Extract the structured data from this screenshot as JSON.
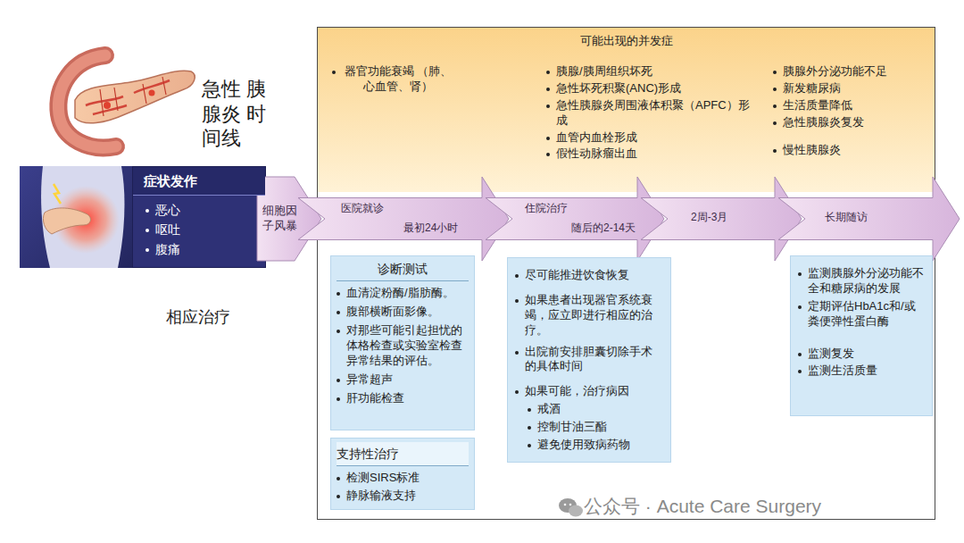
{
  "diagram": {
    "title": "急性 胰腺炎 时间线",
    "nodes": [
      {
        "text": [
          "症状发作",
          "恶心",
          "呕吐",
          "腹痛"
        ]
      },
      {
        "text": [
          "可能出现的并发症"
        ]
      },
      {
        "text": [
          "器官功能衰竭 （肺、心血管、肾）"
        ],
        "in": 1
      },
      {
        "text": [
          "胰腺/胰周组织坏死",
          "急性坏死积聚(ANC)形成",
          "急性胰腺炎周围液体积聚（APFC）形成",
          "血管内血栓形成",
          "假性动脉瘤出血"
        ],
        "in": 1
      },
      {
        "text": [
          "胰腺外分泌功能不足",
          "新发糖尿病",
          "生活质量降低",
          "急性胰腺炎复发",
          "慢性胰腺炎"
        ],
        "in": 1
      },
      {
        "text": [
          "细胞因子风暴"
        ]
      },
      {
        "text": [
          "医院就诊",
          "最初24小时"
        ]
      },
      {
        "text": [
          "住院治疗",
          "随后的2-14天"
        ]
      },
      {
        "text": [
          "2周-3月"
        ]
      },
      {
        "text": [
          "长期随访"
        ]
      },
      {
        "text": [
          "诊断测试",
          "血清淀粉酶/脂肪酶。",
          "腹部横断面影像。",
          "对那些可能引起担忧的体格检查或实验室检查异常结果的评估。",
          "异常超声",
          "肝功能检查"
        ]
      },
      {
        "text": [
          "支持性治疗",
          "检测SIRS标准",
          "静脉输液支持"
        ]
      },
      {
        "text": [
          "尽可能推进饮食恢复",
          "如果患者出现器官系统衰竭，应立即进行相应的治疗。",
          "出院前安排胆囊切除手术的具体时间",
          "如果可能，治疗病因",
          "戒酒",
          "控制甘油三酯",
          "避免使用致病药物"
        ]
      },
      {
        "text": [
          "监测胰腺外分泌功能不全和糖尿病的发展",
          "定期评估HbA1c和/或粪便弹性蛋白酶",
          "监测复发",
          "监测生活质量"
        ]
      }
    ],
    "labels": [
      "相应治疗",
      "公众号 · Acute Care Surgery"
    ]
  }
}
